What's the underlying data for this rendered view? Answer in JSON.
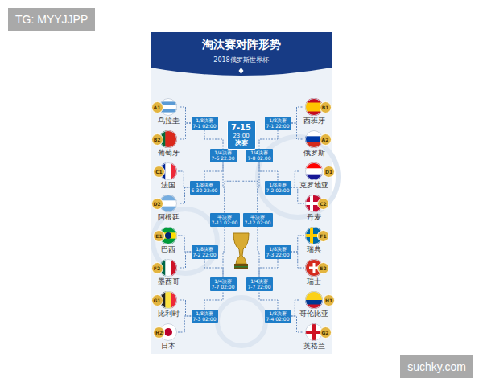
{
  "diagram": {
    "title": "淘汰赛对阵形势",
    "caption": "2018俄罗斯世界杯",
    "nodes": [
      {
        "text": [
          "A1",
          "乌拉圭"
        ]
      },
      {
        "text": [
          "B2",
          "葡萄牙"
        ]
      },
      {
        "text": [
          "C1",
          "法国"
        ]
      },
      {
        "text": [
          "D2",
          "阿根廷"
        ]
      },
      {
        "text": [
          "E1",
          "巴西"
        ]
      },
      {
        "text": [
          "F2",
          "墨西哥"
        ]
      },
      {
        "text": [
          "G1",
          "比利时"
        ]
      },
      {
        "text": [
          "H2",
          "日本"
        ]
      },
      {
        "text": [
          "B1",
          "西班牙"
        ]
      },
      {
        "text": [
          "A2",
          "俄罗斯"
        ]
      },
      {
        "text": [
          "D1",
          "克罗地亚"
        ]
      },
      {
        "text": [
          "C2",
          "丹麦"
        ]
      },
      {
        "text": [
          "F1",
          "瑞典"
        ]
      },
      {
        "text": [
          "E2",
          "瑞士"
        ]
      },
      {
        "text": [
          "H1",
          "哥伦比亚"
        ]
      },
      {
        "text": [
          "G2",
          "英格兰"
        ]
      },
      {
        "text": [
          "1/8决赛",
          "7-1 02:00"
        ]
      },
      {
        "text": [
          "1/8决赛",
          "6-30 22:00"
        ]
      },
      {
        "text": [
          "1/8决赛",
          "7-2 22:00"
        ]
      },
      {
        "text": [
          "1/8决赛",
          "7-3 02:00"
        ]
      },
      {
        "text": [
          "1/8决赛",
          "7-1 22:00"
        ]
      },
      {
        "text": [
          "1/8决赛",
          "7-2 02:00"
        ]
      },
      {
        "text": [
          "1/8决赛",
          "7-3 22:00"
        ]
      },
      {
        "text": [
          "1/8决赛",
          "7-4 02:00"
        ]
      },
      {
        "text": [
          "1/4决赛",
          "7-6 22:00"
        ]
      },
      {
        "text": [
          "1/4决赛",
          "7-7 02:00"
        ]
      },
      {
        "text": [
          "1/4决赛",
          "7-8 02:00"
        ]
      },
      {
        "text": [
          "1/4决赛",
          "7-7 22:00"
        ]
      },
      {
        "text": [
          "半决赛",
          "7-11 02:00"
        ]
      },
      {
        "text": [
          "半决赛",
          "7-12 02:00"
        ]
      },
      {
        "text": [
          "7-15",
          "23:00",
          "决赛"
        ]
      }
    ],
    "edges": [
      {
        "from": 0,
        "to": 16,
        "arrow": "none"
      },
      {
        "from": 1,
        "to": 16,
        "arrow": "none"
      },
      {
        "from": 2,
        "to": 17,
        "arrow": "none"
      },
      {
        "from": 3,
        "to": 17,
        "arrow": "none"
      },
      {
        "from": 4,
        "to": 18,
        "arrow": "none"
      },
      {
        "from": 5,
        "to": 18,
        "arrow": "none"
      },
      {
        "from": 6,
        "to": 19,
        "arrow": "none"
      },
      {
        "from": 7,
        "to": 19,
        "arrow": "none"
      },
      {
        "from": 8,
        "to": 20,
        "arrow": "none"
      },
      {
        "from": 9,
        "to": 20,
        "arrow": "none"
      },
      {
        "from": 10,
        "to": 21,
        "arrow": "none"
      },
      {
        "from": 11,
        "to": 21,
        "arrow": "none"
      },
      {
        "from": 12,
        "to": 22,
        "arrow": "none"
      },
      {
        "from": 13,
        "to": 22,
        "arrow": "none"
      },
      {
        "from": 14,
        "to": 23,
        "arrow": "none"
      },
      {
        "from": 15,
        "to": 23,
        "arrow": "none"
      },
      {
        "from": 16,
        "to": 24,
        "arrow": "none"
      },
      {
        "from": 17,
        "to": 24,
        "arrow": "none"
      },
      {
        "from": 18,
        "to": 25,
        "arrow": "none"
      },
      {
        "from": 19,
        "to": 25,
        "arrow": "none"
      },
      {
        "from": 20,
        "to": 26,
        "arrow": "none"
      },
      {
        "from": 21,
        "to": 26,
        "arrow": "none"
      },
      {
        "from": 22,
        "to": 27,
        "arrow": "none"
      },
      {
        "from": 23,
        "to": 27,
        "arrow": "none"
      },
      {
        "from": 24,
        "to": 28,
        "arrow": "none"
      },
      {
        "from": 25,
        "to": 28,
        "arrow": "none"
      },
      {
        "from": 26,
        "to": 29,
        "arrow": "none"
      },
      {
        "from": 27,
        "to": 29,
        "arrow": "none"
      },
      {
        "from": 28,
        "to": 30,
        "arrow": "none"
      },
      {
        "from": 29,
        "to": 30,
        "arrow": "none"
      }
    ],
    "labels": [
      "TG: MYYJJPP",
      "suchky.com"
    ]
  }
}
